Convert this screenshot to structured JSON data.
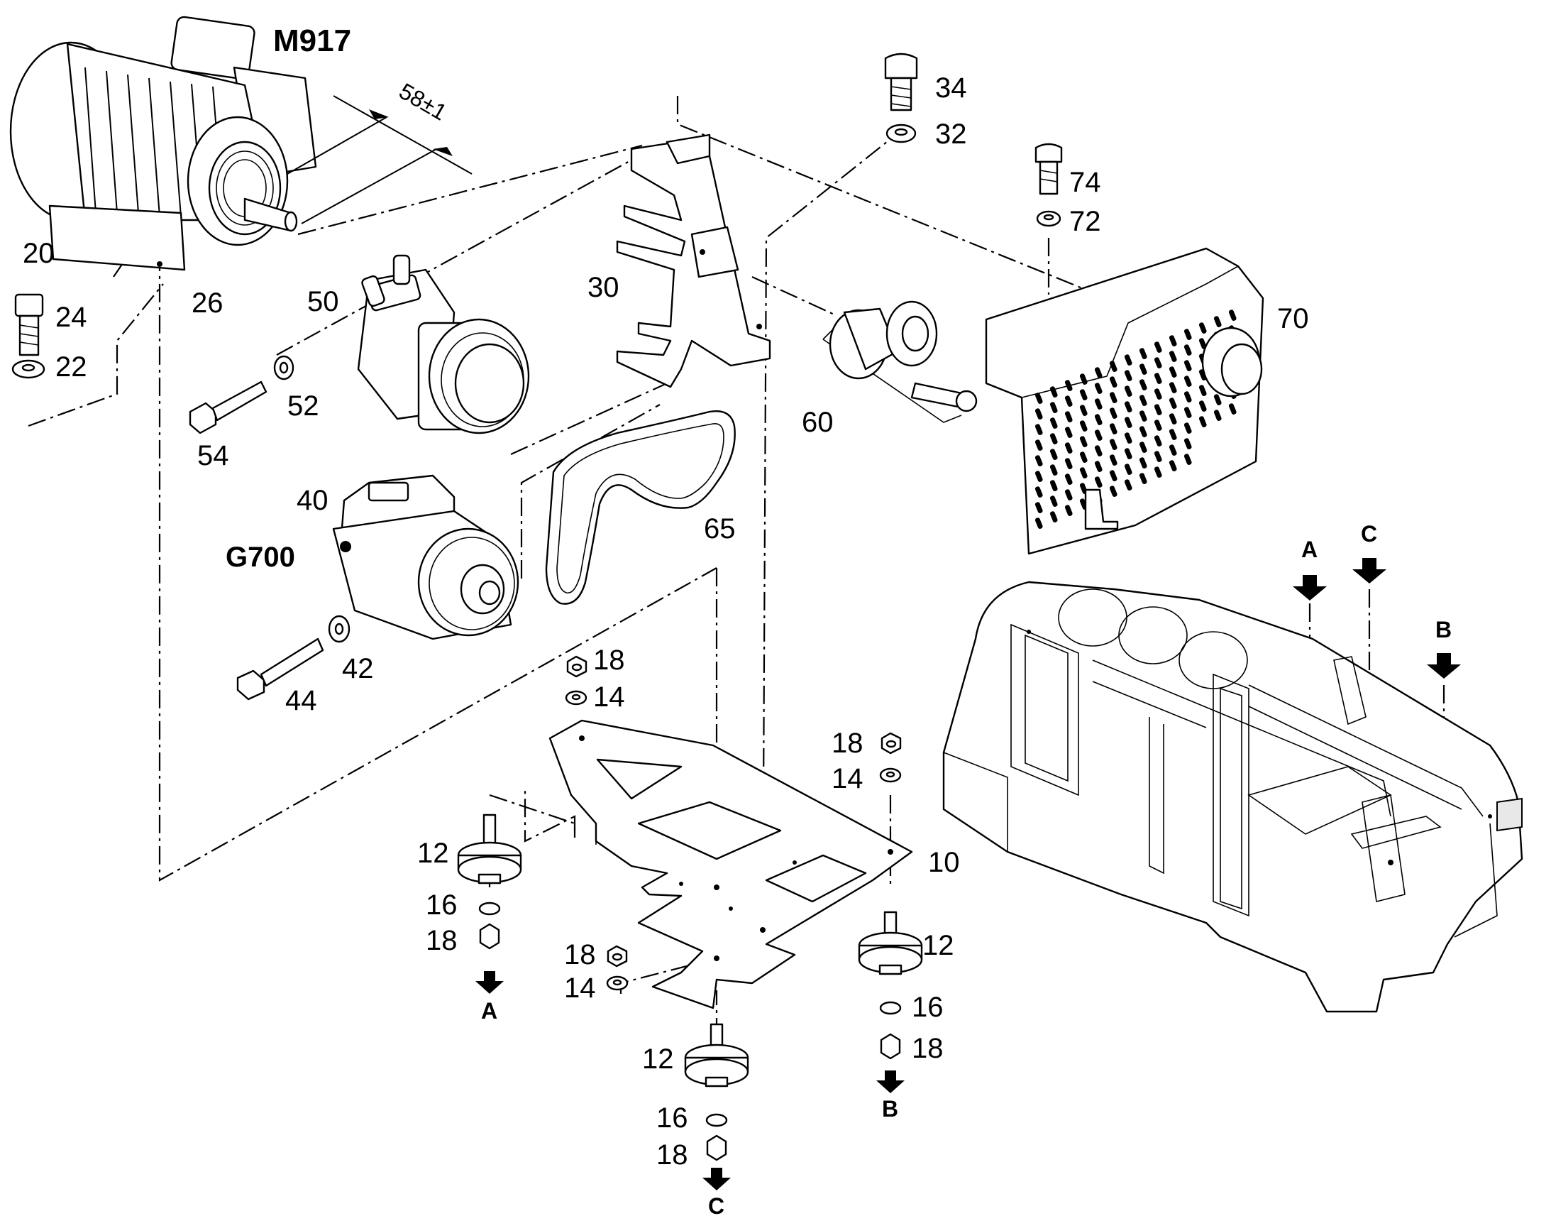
{
  "designations": {
    "motor": "M917",
    "alternator": "G700"
  },
  "dimension": "58±1",
  "callouts": {
    "c20": "20",
    "c24": "24",
    "c22": "22",
    "c26": "26",
    "c50": "50",
    "c52": "52",
    "c54": "54",
    "c30": "30",
    "c34": "34",
    "c32": "32",
    "c74": "74",
    "c72": "72",
    "c70": "70",
    "c60": "60",
    "c65": "65",
    "c40": "40",
    "c42": "42",
    "c44": "44",
    "c10": "10",
    "c18a": "18",
    "c14a": "14",
    "c18b": "18",
    "c14b": "14",
    "c18c": "18",
    "c14c": "14",
    "c12a": "12",
    "c16a": "16",
    "c18d": "18",
    "c12b": "12",
    "c16b": "16",
    "c18e": "18",
    "c12c": "12",
    "c16c": "16",
    "c18f": "18"
  },
  "markers": {
    "a_bottom": "A",
    "b_bottom": "B",
    "c_bottom": "C",
    "a_frame": "A",
    "c_frame": "C",
    "b_frame": "B"
  }
}
